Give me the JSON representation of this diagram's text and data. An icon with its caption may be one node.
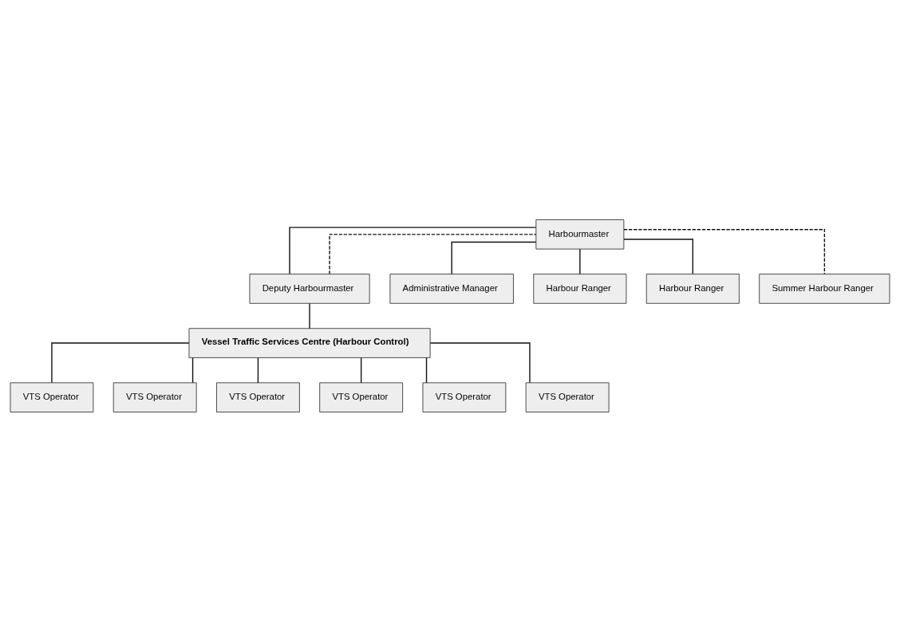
{
  "diagram": {
    "nodes": [
      {
        "text": [
          "Harbourmaster"
        ]
      },
      {
        "text": [
          "Deputy Harbourmaster"
        ]
      },
      {
        "text": [
          "Administrative Manager"
        ]
      },
      {
        "text": [
          "Vessel Traffic Services Centre (Harbour Control)"
        ]
      },
      {
        "text": [
          "VTS Operator"
        ]
      },
      {
        "text": [
          "VTS Operator"
        ]
      },
      {
        "text": [
          "VTS Operator"
        ]
      },
      {
        "text": [
          "VTS Operator"
        ]
      },
      {
        "text": [
          "VTS Operator"
        ]
      },
      {
        "text": [
          "VTS Operator"
        ]
      },
      {
        "text": [
          "Harbour Ranger"
        ]
      },
      {
        "text": [
          "Harbour Ranger"
        ]
      },
      {
        "text": [
          "Summer Harbour Ranger"
        ]
      }
    ],
    "edges": [
      {
        "from": 0,
        "to": 1,
        "arrow": "none"
      },
      {
        "from": 0,
        "to": 2,
        "arrow": "none"
      },
      {
        "from": 1,
        "to": 0,
        "arrow": "none",
        "style": "dashed"
      },
      {
        "from": 1,
        "to": 3,
        "arrow": "none"
      },
      {
        "from": 3,
        "to": 4,
        "arrow": "none"
      },
      {
        "from": 3,
        "to": 5,
        "arrow": "none"
      },
      {
        "from": 3,
        "to": 6,
        "arrow": "none"
      },
      {
        "from": 3,
        "to": 7,
        "arrow": "none"
      },
      {
        "from": 3,
        "to": 8,
        "arrow": "none"
      },
      {
        "from": 3,
        "to": 9,
        "arrow": "none"
      },
      {
        "from": 0,
        "to": 10,
        "arrow": "none"
      },
      {
        "from": 0,
        "to": 11,
        "arrow": "none"
      },
      {
        "from": 0,
        "to": 12,
        "arrow": "none",
        "style": "dashed"
      }
    ]
  }
}
